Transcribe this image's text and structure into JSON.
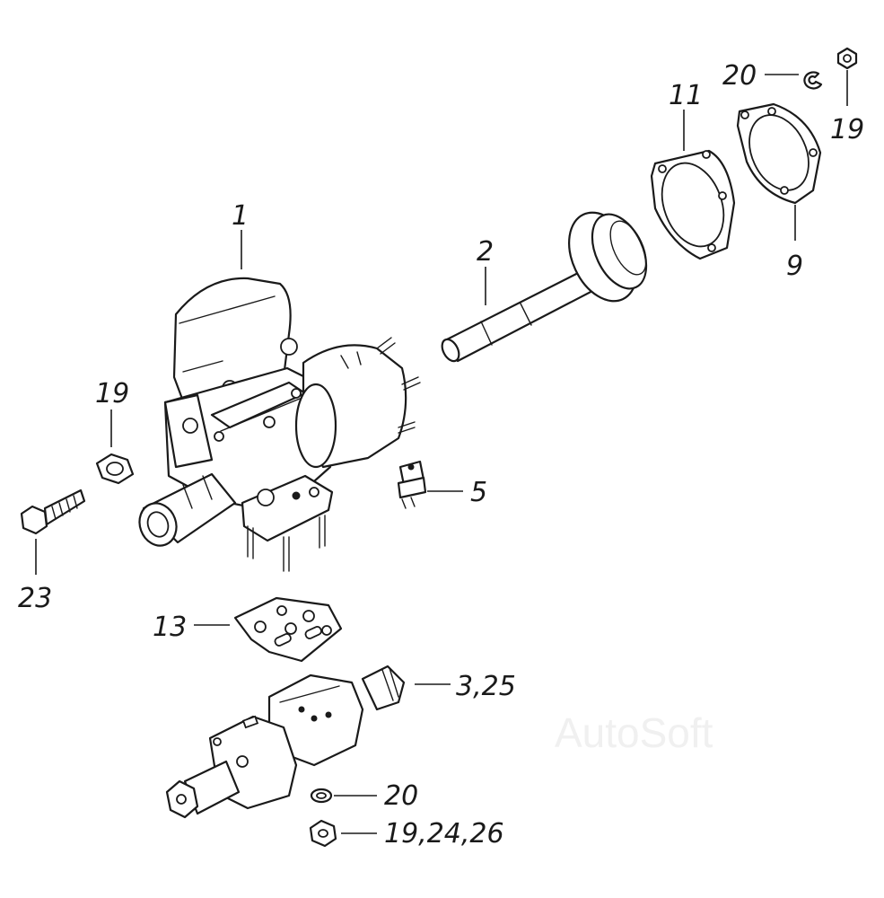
{
  "diagram": {
    "callouts": {
      "c1": "1",
      "c2": "2",
      "c3_25": "3,25",
      "c5": "5",
      "c9": "9",
      "c11": "11",
      "c13": "13",
      "c19_top": "19",
      "c19_left": "19",
      "c20_top": "20",
      "c20_bottom": "20",
      "c19_24_26": "19,24,26",
      "c23": "23"
    },
    "watermark": "AutoSoft",
    "colors": {
      "ink": "#1a1a1a",
      "paper": "#ffffff",
      "watermark": "#f0f0f0"
    }
  }
}
